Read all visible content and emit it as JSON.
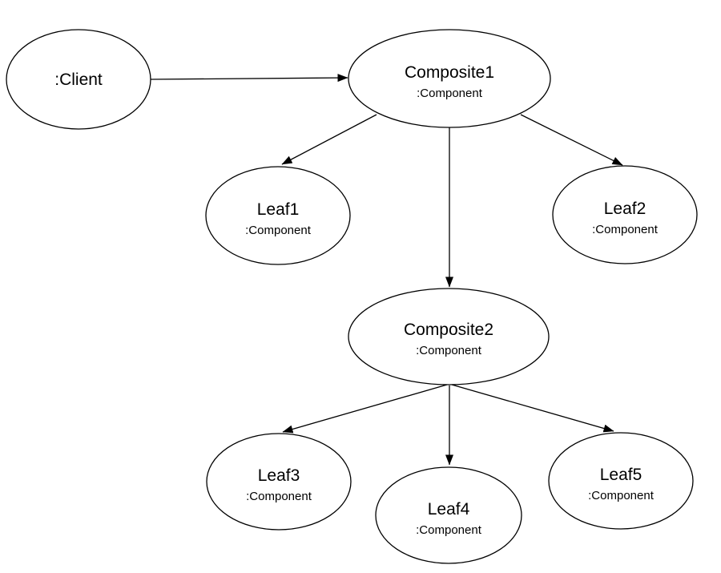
{
  "diagram": {
    "background_color": "#ffffff",
    "stroke_color": "#000000",
    "text_color": "#000000",
    "nodes": [
      {
        "id": "client",
        "label": ":Client",
        "sublabel": ""
      },
      {
        "id": "composite1",
        "label": "Composite1",
        "sublabel": ":Component"
      },
      {
        "id": "leaf1",
        "label": "Leaf1",
        "sublabel": ":Component"
      },
      {
        "id": "leaf2",
        "label": "Leaf2",
        "sublabel": ":Component"
      },
      {
        "id": "composite2",
        "label": "Composite2",
        "sublabel": ":Component"
      },
      {
        "id": "leaf3",
        "label": "Leaf3",
        "sublabel": ":Component"
      },
      {
        "id": "leaf4",
        "label": "Leaf4",
        "sublabel": ":Component"
      },
      {
        "id": "leaf5",
        "label": "Leaf5",
        "sublabel": ":Component"
      }
    ],
    "edges": [
      {
        "from": "client",
        "to": "composite1"
      },
      {
        "from": "composite1",
        "to": "leaf1"
      },
      {
        "from": "composite1",
        "to": "composite2"
      },
      {
        "from": "composite1",
        "to": "leaf2"
      },
      {
        "from": "composite2",
        "to": "leaf3"
      },
      {
        "from": "composite2",
        "to": "leaf4"
      },
      {
        "from": "composite2",
        "to": "leaf5"
      }
    ]
  }
}
